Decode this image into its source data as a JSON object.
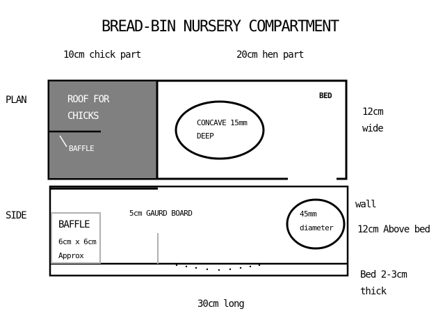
{
  "title": "BREAD-BIN NURSERY COMPARTMENT",
  "top_dims": {
    "chick": "10cm   chick part",
    "hen": "20cm   hen part"
  },
  "views": {
    "plan": "PLAN",
    "side": "SIDE"
  },
  "plan": {
    "roof_line1": "ROOF FOR",
    "roof_line2": "CHICKS",
    "baffle": "BAFFLE",
    "bed": "BED",
    "concave_line1": "CONCAVE 15mm",
    "concave_line2": "DEEP",
    "width_line1": "12cm",
    "width_line2": "wide"
  },
  "side": {
    "baffle": "BAFFLE",
    "baffle_size": "6cm x 6cm",
    "baffle_approx": "Approx",
    "guard_board": "5cm GAURD BOARD",
    "hole_line1": "45mm",
    "hole_line2": "diameter",
    "wall": "wall",
    "above_bed": "12cm Above bed",
    "bed_line1": "Bed 2-3cm",
    "bed_line2": "thick",
    "length": "30cm    long"
  },
  "colors": {
    "roof_fill": "#808080",
    "ink": "#000000",
    "baffle_outline": "#b0b0b0"
  }
}
